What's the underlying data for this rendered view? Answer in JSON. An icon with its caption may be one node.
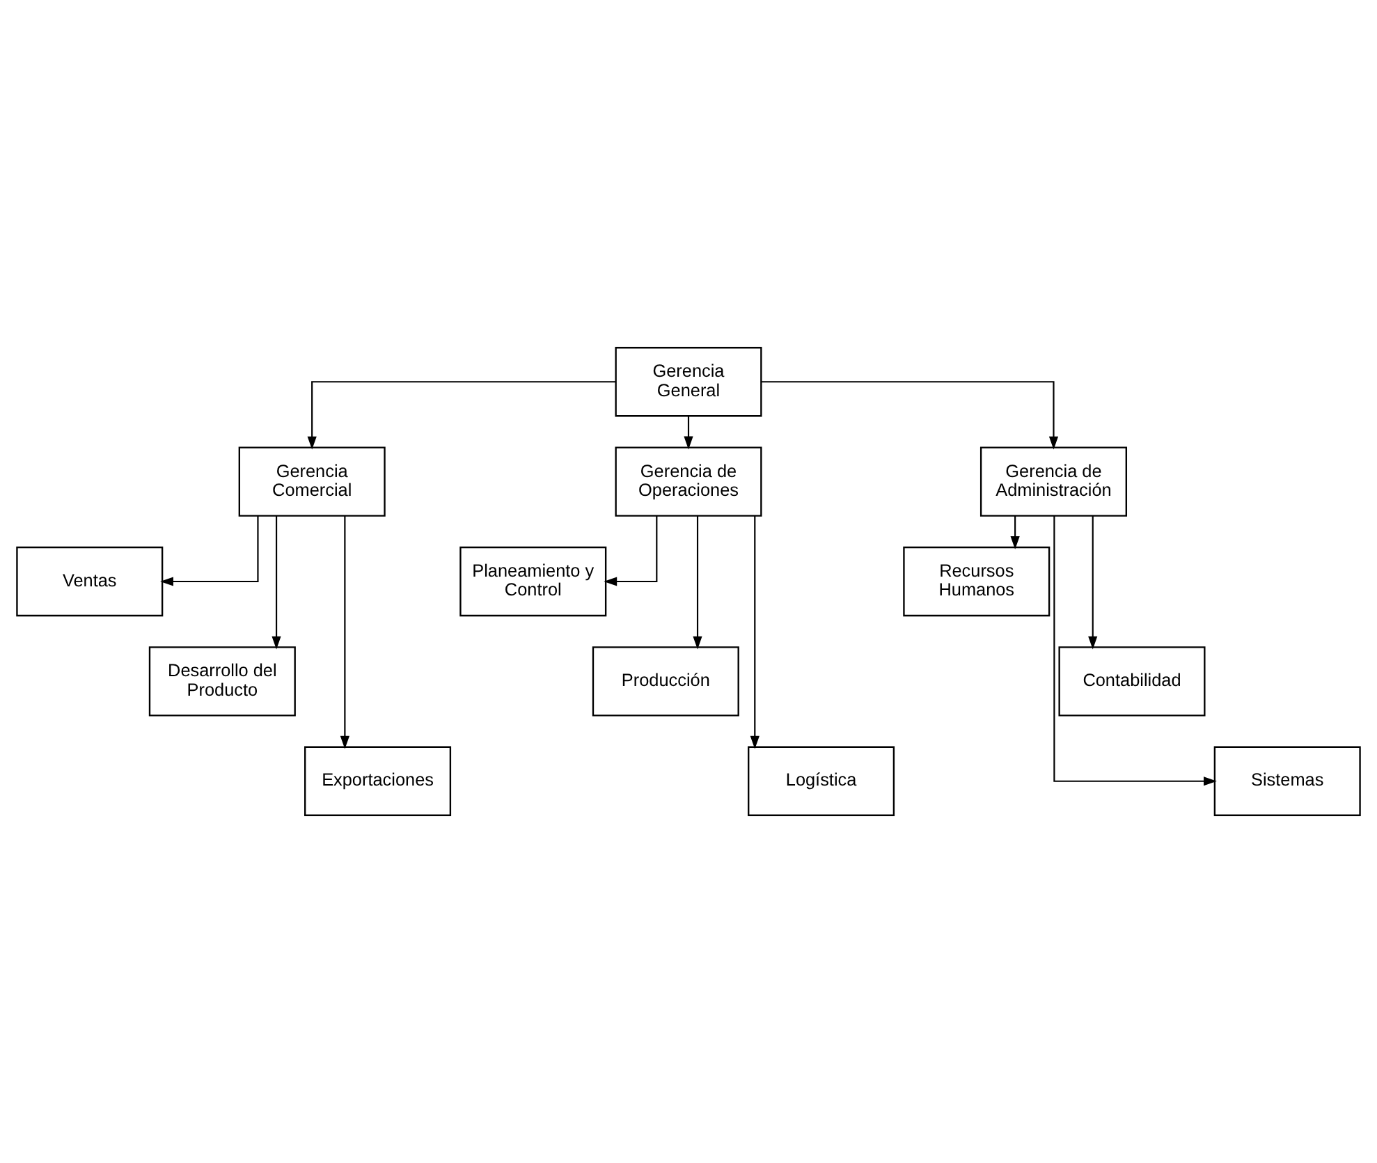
{
  "diagram": {
    "nodes": [
      {
        "text": [
          "Gerencia General"
        ]
      },
      {
        "text": [
          "Gerencia Comercial"
        ]
      },
      {
        "text": [
          "Gerencia de Operaciones"
        ]
      },
      {
        "text": [
          "Gerencia de Administración"
        ]
      },
      {
        "text": [
          "Ventas"
        ]
      },
      {
        "text": [
          "Desarrollo del Producto"
        ]
      },
      {
        "text": [
          "Exportaciones"
        ]
      },
      {
        "text": [
          "Planeamiento y Control"
        ]
      },
      {
        "text": [
          "Producción"
        ]
      },
      {
        "text": [
          "Logística"
        ]
      },
      {
        "text": [
          "Recursos Humanos"
        ]
      },
      {
        "text": [
          "Contabilidad"
        ]
      },
      {
        "text": [
          "Sistemas"
        ]
      }
    ],
    "edges": [
      {
        "from": 0,
        "to": 1,
        "arrow": "to"
      },
      {
        "from": 0,
        "to": 2,
        "arrow": "to"
      },
      {
        "from": 0,
        "to": 3,
        "arrow": "to"
      },
      {
        "from": 1,
        "to": 4,
        "arrow": "to"
      },
      {
        "from": 1,
        "to": 5,
        "arrow": "to"
      },
      {
        "from": 1,
        "to": 6,
        "arrow": "to"
      },
      {
        "from": 2,
        "to": 7,
        "arrow": "to"
      },
      {
        "from": 2,
        "to": 8,
        "arrow": "to"
      },
      {
        "from": 2,
        "to": 9,
        "arrow": "to"
      },
      {
        "from": 3,
        "to": 10,
        "arrow": "to"
      },
      {
        "from": 3,
        "to": 11,
        "arrow": "to"
      },
      {
        "from": 3,
        "to": 12,
        "arrow": "to"
      }
    ]
  }
}
